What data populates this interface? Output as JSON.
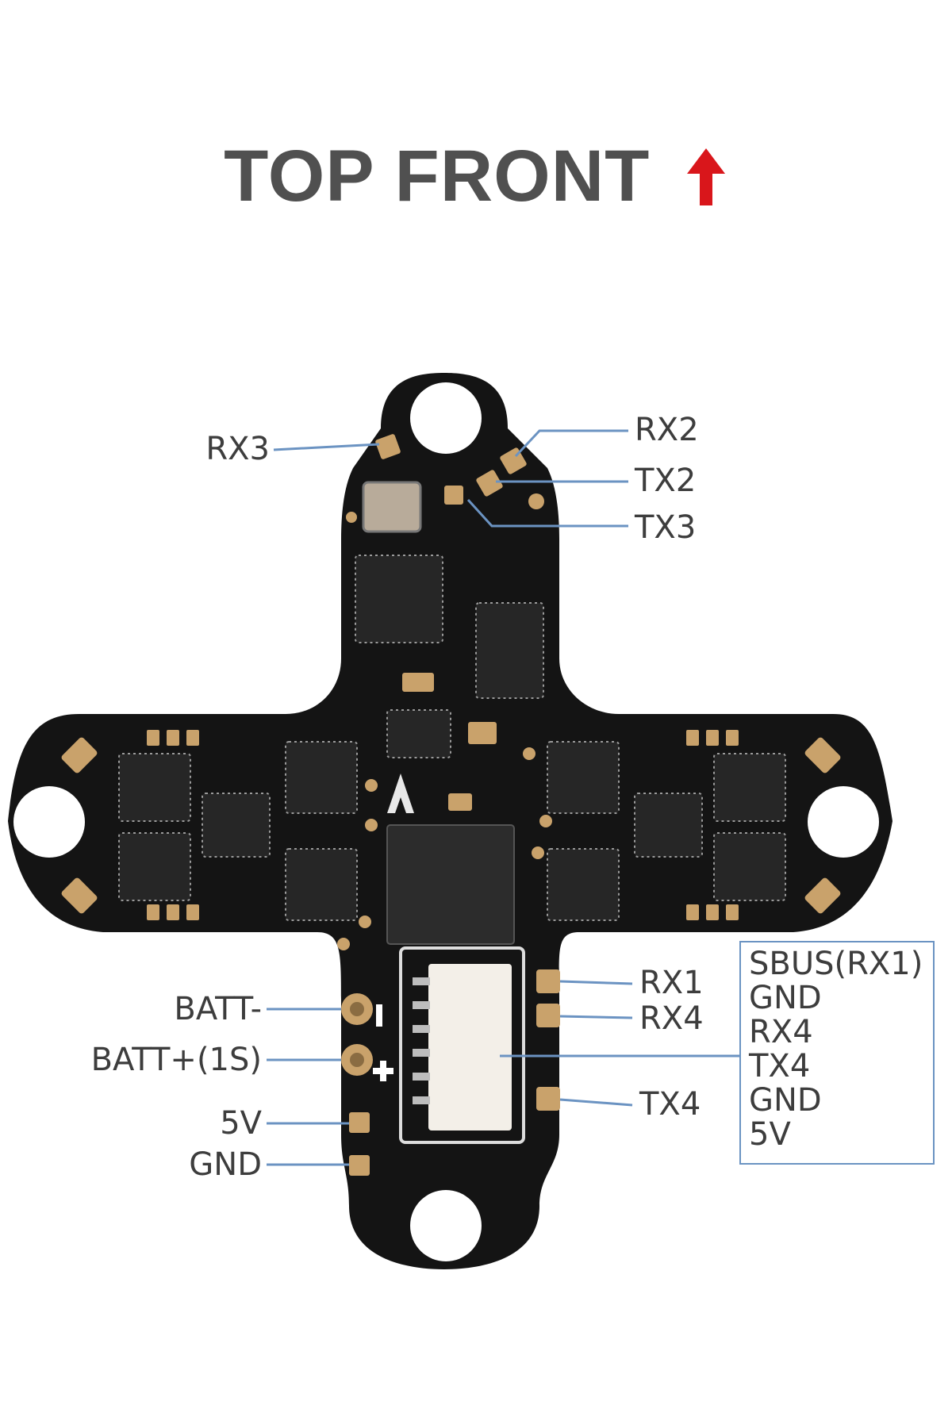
{
  "title": "TOP FRONT",
  "colors": {
    "title": "#505050",
    "arrow": "#d9161b",
    "leader": "#6b93c2",
    "board": "#141414",
    "pad": "#c9a26b",
    "connector": "#f3efe8"
  },
  "icons": {
    "direction": "arrow-up-icon"
  },
  "labels": {
    "rx3": "RX3",
    "rx2": "RX2",
    "tx2": "TX2",
    "tx3": "TX3",
    "rx1": "RX1",
    "rx4": "RX4",
    "tx4": "TX4",
    "batt_minus": "BATT-",
    "batt_plus": "BATT+(1S)",
    "v5": "5V",
    "gnd": "GND"
  },
  "pinout": [
    "SBUS(RX1)",
    "GND",
    "RX4",
    "TX4",
    "GND",
    "5V"
  ]
}
